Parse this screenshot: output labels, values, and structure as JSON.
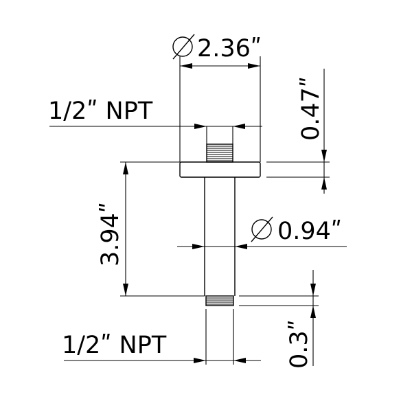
{
  "dimensions": {
    "flange_diameter": "2.36ʺ",
    "top_thread": "1/2ʺ NPT",
    "flange_height": "0.47ʺ",
    "arm_length": "3.94ʺ",
    "pipe_diameter": "0.94ʺ",
    "bottom_thread": "1/2ʺ NPT",
    "bottom_thread_length": "0.3ʺ"
  },
  "icons": {
    "diameter_symbol": "diameter-icon"
  }
}
